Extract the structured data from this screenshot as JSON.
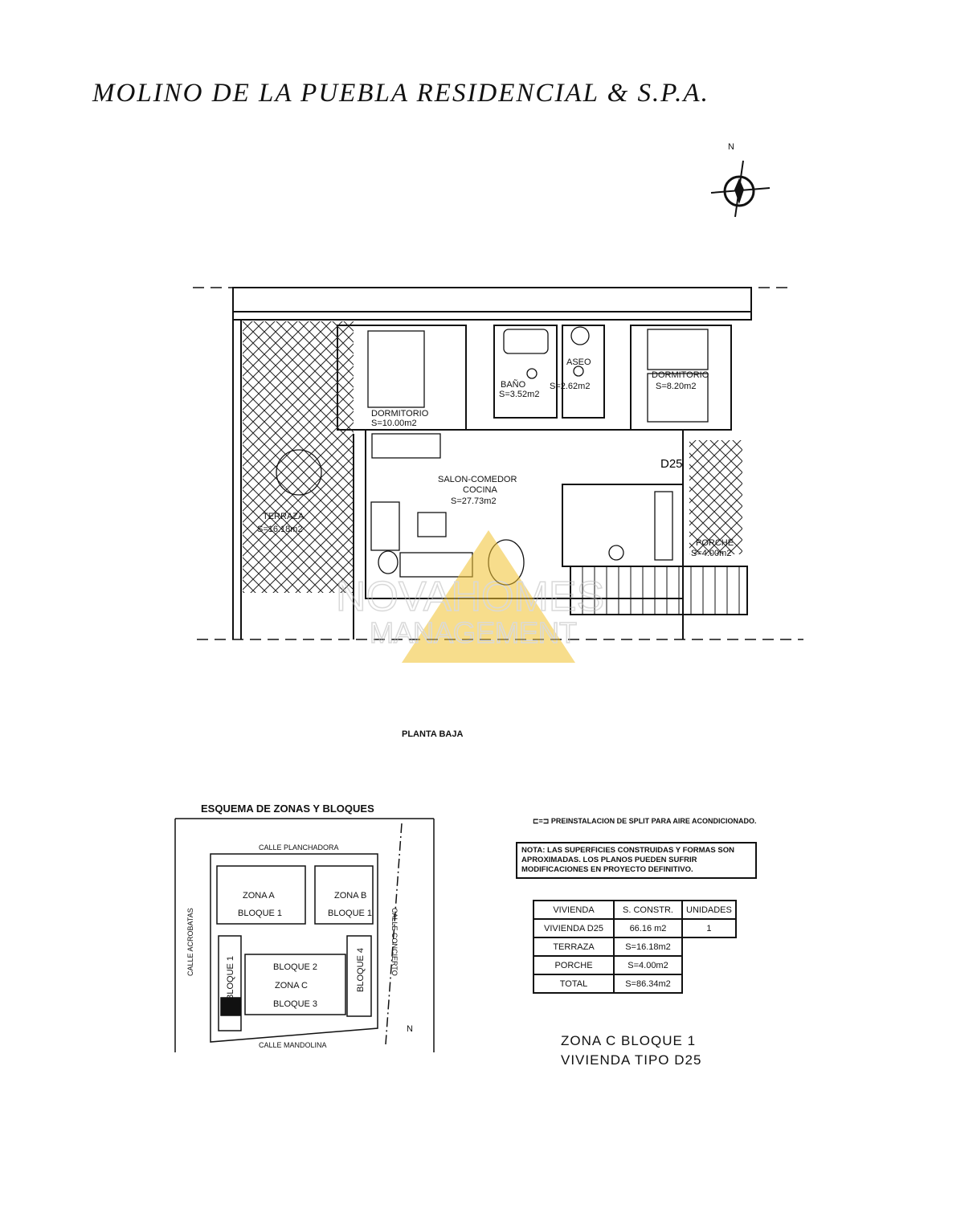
{
  "title": "MOLINO DE LA PUEBLA RESIDENCIAL & S.P.A.",
  "compass_label": "N",
  "plan": {
    "rooms": [
      {
        "name": "DORMITORIO",
        "area": "S=10.00m2"
      },
      {
        "name": "BAÑO",
        "area": "S=3.52m2"
      },
      {
        "name": "ASEO",
        "area": "S=2.62m2"
      },
      {
        "name": "DORMITORIO",
        "area": "S=8.20m2"
      },
      {
        "name": "SALON-COMEDOR",
        "name2": "COCINA",
        "area": "S=27.73m2"
      },
      {
        "name": "TERRAZA",
        "area": "S=16.18m2"
      },
      {
        "name": "PORCHE",
        "area": "S=4.00m2"
      }
    ],
    "unit_code": "D25",
    "caption": "PLANTA BAJA"
  },
  "watermark": {
    "line1": "NOVAHOMES",
    "line2": "MANAGEMENT",
    "color": "#f2c230"
  },
  "scheme": {
    "title": "ESQUEMA DE ZONAS Y BLOQUES",
    "streets": [
      "CALLE PLANCHADORA",
      "CALLE ACROBATAS",
      "CALLE CONCIERTO",
      "CALLE MANDOLINA"
    ],
    "labels": [
      "ZONA A",
      "BLOQUE 1",
      "ZONA B",
      "BLOQUE 1",
      "BLOQUE 2",
      "ZONA C",
      "BLOQUE 3",
      "BLOQUE 1",
      "BLOQUE 4"
    ]
  },
  "split_note": "PREINSTALACION DE SPLIT PARA AIRE ACONDICIONADO.",
  "nota": "NOTA: LAS SUPERFICIES CONSTRUIDAS Y FORMAS SON APROXIMADAS. LOS PLANOS PUEDEN SUFRIR MODIFICACIONES EN PROYECTO DEFINITIVO.",
  "summary": {
    "headers": [
      "VIVIENDA",
      "S. CONSTR.",
      "UNIDADES"
    ],
    "rows": [
      [
        "VIVIENDA D25",
        "66.16  m2",
        "1"
      ],
      [
        "TERRAZA",
        "S=16.18m2"
      ],
      [
        "PORCHE",
        "S=4.00m2"
      ],
      [
        "TOTAL",
        "S=86.34m2"
      ]
    ]
  },
  "footer": {
    "line1": "ZONA C BLOQUE 1",
    "line2": "VIVIENDA TIPO D25"
  }
}
